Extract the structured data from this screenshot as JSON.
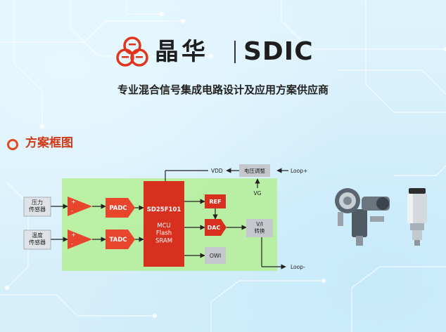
{
  "brand": {
    "name_cn": "晶华",
    "name_en": "SDIC",
    "tagline": "专业混合信号集成电路设计及应用方案供应商"
  },
  "section": {
    "title": "方案框图"
  },
  "diagram": {
    "sensor_pressure": "压力\n传感器",
    "sensor_temp": "温度\n传感器",
    "padc": "PADC",
    "tadc": "TADC",
    "chip_name": "SD25F101",
    "chip_sub": "MCU\nFlash\nSRAM",
    "ref": "REF",
    "dac": "DAC",
    "owi": "OWI",
    "vi": "V/I\n转换",
    "voltage_reg": "电压调整",
    "vdd": "VDD",
    "vg": "VG",
    "loop_plus": "Loop+",
    "loop_minus": "Loop-",
    "amp_plus": "+",
    "amp_minus": "-"
  },
  "colors": {
    "brand_red": "#e0341b",
    "chip_red": "#d8301f",
    "green_zone": "#b6ee9a",
    "block_gray": "#c4c7cc"
  }
}
